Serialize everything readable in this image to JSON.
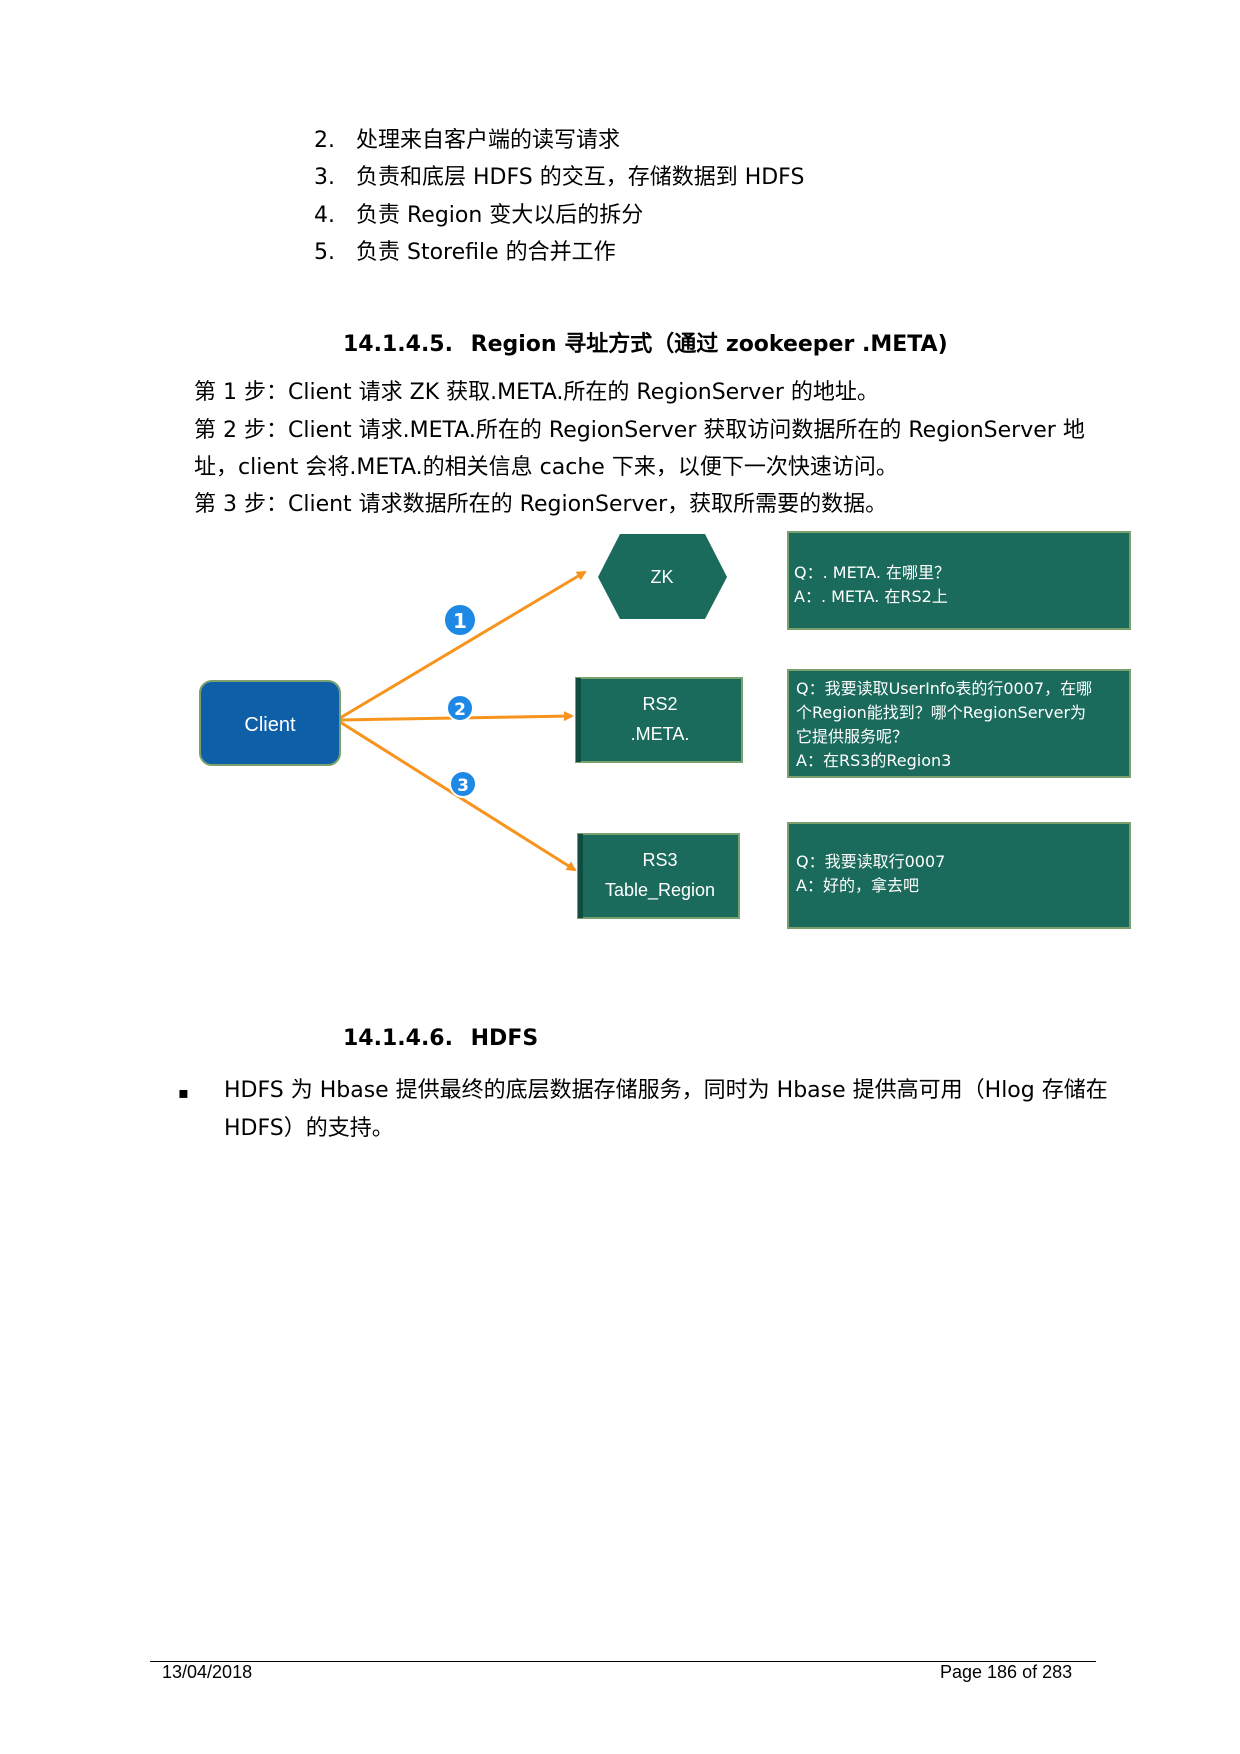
{
  "list": [
    {
      "num": "2.",
      "text": "处理来自客户端的读写请求"
    },
    {
      "num": "3.",
      "text": "负责和底层 HDFS 的交互，存储数据到 HDFS"
    },
    {
      "num": "4.",
      "text": "负责 Region 变大以后的拆分"
    },
    {
      "num": "5.",
      "text": "负责 Storefile 的合并工作"
    }
  ],
  "section1": {
    "number": "14.1.4.5.",
    "title": "Region 寻址方式（通过 zookeeper .META)",
    "steps": [
      "第 1 步：Client 请求 ZK 获取.META.所在的 RegionServer 的地址。",
      "第 2 步：Client 请求.META.所在的 RegionServer 获取访问数据所在的 RegionServer 地",
      "址，client 会将.META.的相关信息 cache 下来，以便下一次快速访问。",
      "第 3 步：Client 请求数据所在的 RegionServer，获取所需要的数据。"
    ]
  },
  "diagram": {
    "client": "Client",
    "zk": "ZK",
    "rs2": [
      "RS2",
      ".META."
    ],
    "rs3": [
      "RS3",
      "Table_Region"
    ],
    "badges": [
      "1",
      "2",
      "3"
    ],
    "qa1": [
      "Q：. META. 在哪里？",
      "A：. META. 在RS2上"
    ],
    "qa2": [
      "Q：我要读取UserInfo表的行0007，在哪",
      "个Region能找到？哪个RegionServer为",
      "它提供服务呢？",
      "A：在RS3的Region3"
    ],
    "qa3": [
      "Q：我要读取行0007",
      "A：好的，拿去吧"
    ],
    "colors": {
      "box": "#1a6b5c",
      "client": "#0f5fa8",
      "arrow": "#f7941d",
      "badge": "#1e88e5"
    }
  },
  "section2": {
    "number": "14.1.4.6.",
    "title": "HDFS",
    "bullet_marker": "▪",
    "bullet_lines": [
      "HDFS 为 Hbase 提供最终的底层数据存储服务，同时为 Hbase 提供高可用（Hlog 存储在",
      "HDFS）的支持。"
    ]
  },
  "footer": {
    "date": "13/04/2018",
    "page": "Page 186 of 283"
  }
}
